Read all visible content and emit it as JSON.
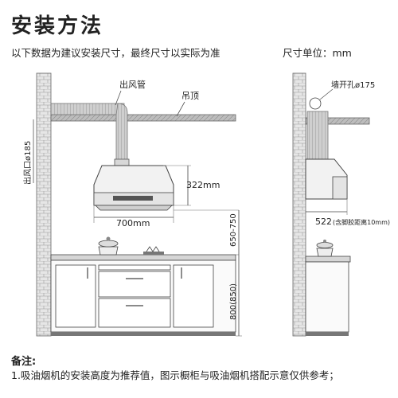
{
  "header": {
    "title": "安装方法",
    "subtitle": "以下数据为建议安装尺寸，最终尺寸以实际为准",
    "unit": "尺寸单位：mm"
  },
  "left_diagram": {
    "duct_label": "出风管",
    "ceiling_label": "吊顶",
    "outlet_label": "出风口ø185",
    "hood_height_label": "322mm",
    "hood_width_label": "700mm",
    "stove_gap_label": "650-750",
    "cabinet_height_label": "800(850)"
  },
  "right_diagram": {
    "wall_hole_label": "墙开孔ø175",
    "depth_label": "522",
    "depth_note": "(含脚胶距离10mm)"
  },
  "notes": {
    "heading": "备注:",
    "line1": "1.吸油烟机的安装高度为推荐值，图示橱柜与吸油烟机搭配示意仅供参考；"
  }
}
